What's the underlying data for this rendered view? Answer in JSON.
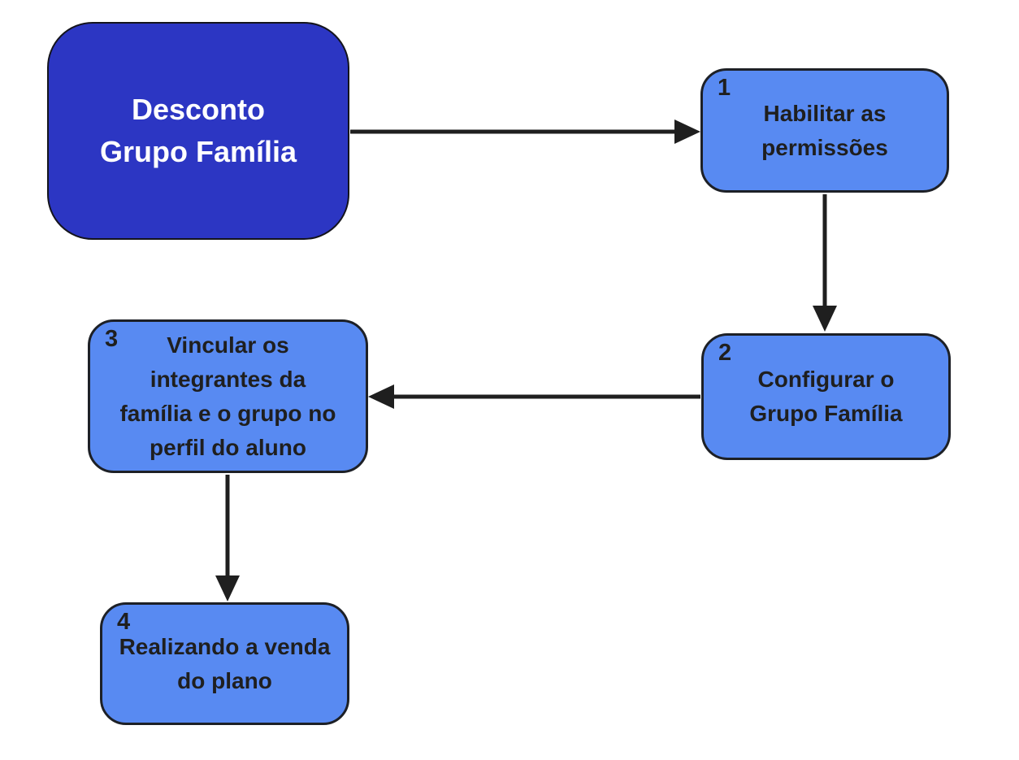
{
  "diagram": {
    "title": "Desconto\nGrupo Família",
    "steps": [
      {
        "number": "1",
        "label": "Habilitar as\npermissões"
      },
      {
        "number": "2",
        "label": "Configurar o\nGrupo Família"
      },
      {
        "number": "3",
        "label": "Vincular os\nintegrantes da\nfamília e o grupo no\nperfil do aluno"
      },
      {
        "number": "4",
        "label": "Realizando a venda\ndo plano"
      }
    ],
    "colors": {
      "title_box_fill": "#2c36c3",
      "step_box_fill": "#588af2",
      "box_outline": "#1d2026",
      "arrow": "#1f1f1f",
      "title_text": "#ffffff",
      "step_text": "#1f1f1f",
      "background": "#ffffff"
    }
  }
}
